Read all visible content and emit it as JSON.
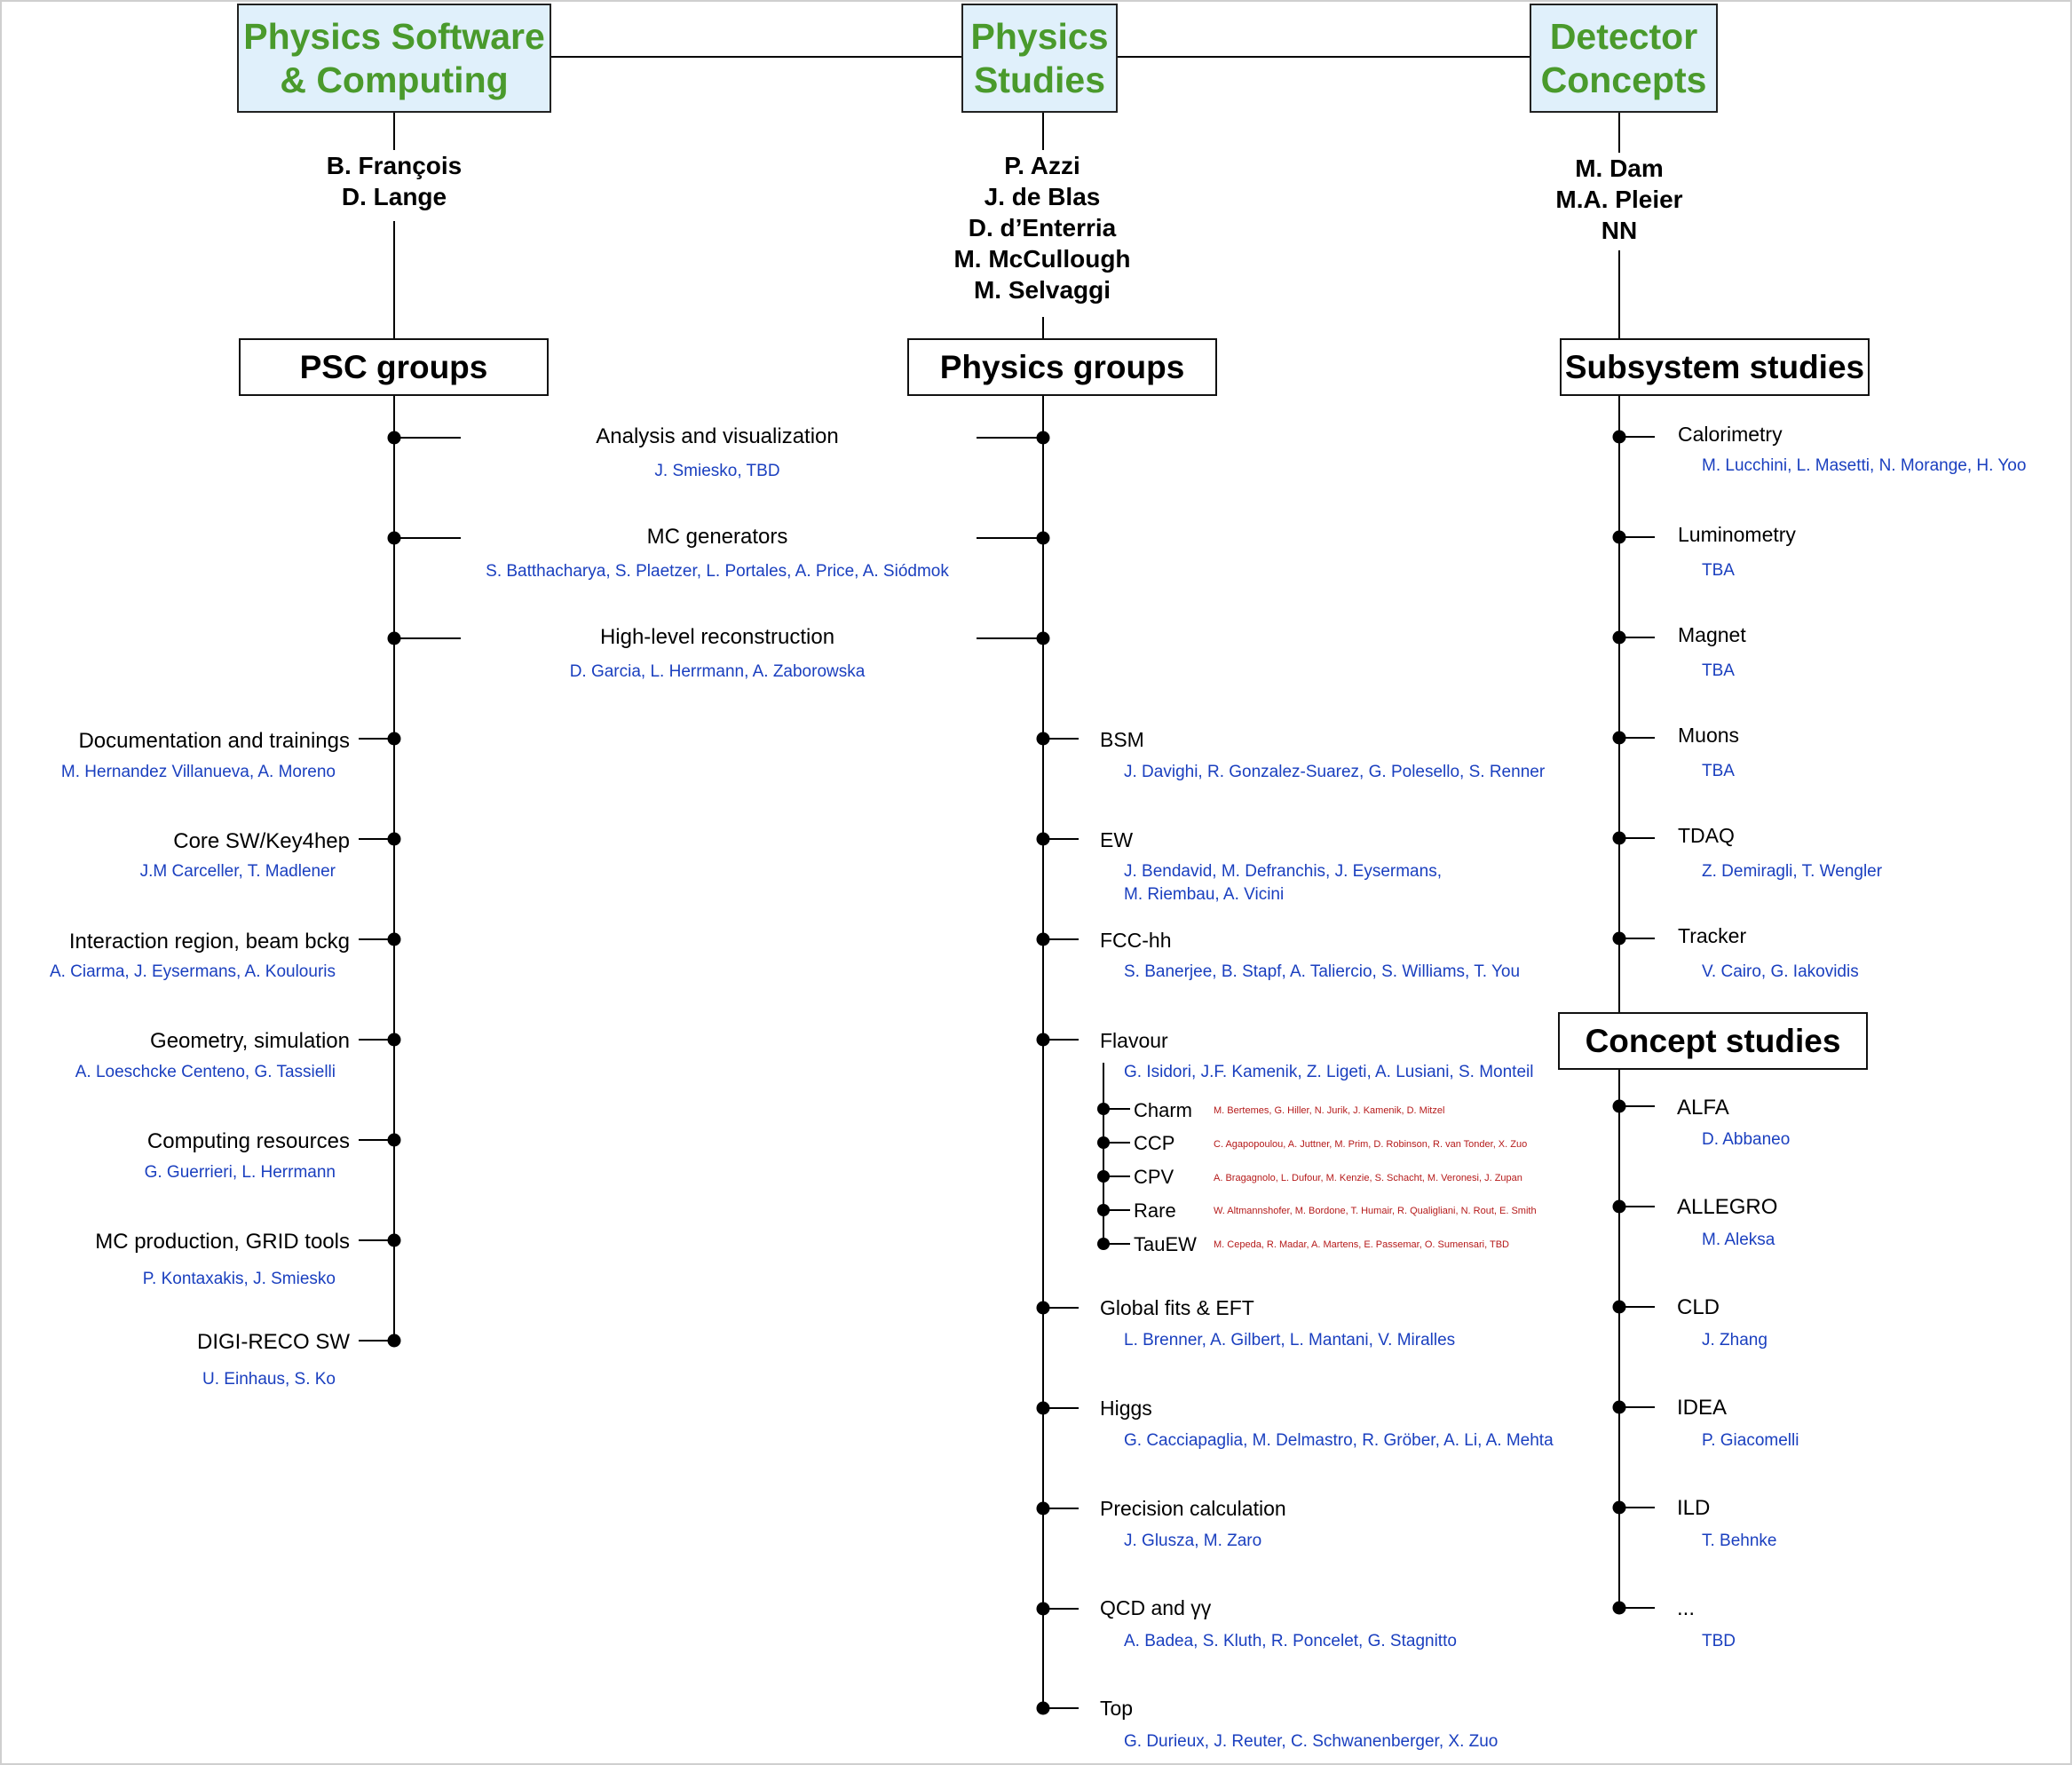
{
  "top_boxes": {
    "psc": {
      "line1": "Physics Software",
      "line2": "& Computing"
    },
    "physics": {
      "line1": "Physics",
      "line2": "Studies"
    },
    "detector": {
      "line1": "Detector",
      "line2": "Concepts"
    }
  },
  "leaders": {
    "psc": [
      "B. François",
      "D. Lange"
    ],
    "physics": [
      "P. Azzi",
      "J. de Blas",
      "D. d’Enterria",
      "M. McCullough",
      "M. Selvaggi"
    ],
    "detector": [
      "M. Dam",
      "M.A. Pleier",
      "NN"
    ]
  },
  "group_boxes": {
    "psc": "PSC groups",
    "physics": "Physics groups",
    "subsystem": "Subsystem studies",
    "concept": "Concept studies"
  },
  "shared_groups": [
    {
      "title": "Analysis and visualization",
      "names": "J. Smiesko, TBD"
    },
    {
      "title": "MC generators",
      "names": "S. Batthacharya, S. Plaetzer, L. Portales, A. Price, A. Siódmok"
    },
    {
      "title": "High-level reconstruction",
      "names": "D. Garcia, L. Herrmann, A. Zaborowska"
    }
  ],
  "psc_groups": [
    {
      "title": "Documentation and trainings",
      "names": "M. Hernandez Villanueva, A. Moreno"
    },
    {
      "title": "Core SW/Key4hep",
      "names": "J.M Carceller,  T. Madlener"
    },
    {
      "title": "Interaction region, beam bckg",
      "names": "A. Ciarma, J. Eysermans, A. Koulouris"
    },
    {
      "title": "Geometry, simulation",
      "names": "A. Loeschcke Centeno, G. Tassielli"
    },
    {
      "title": "Computing resources",
      "names": "G. Guerrieri,  L. Herrmann"
    },
    {
      "title": "MC production, GRID tools",
      "names": "P. Kontaxakis, J. Smiesko"
    },
    {
      "title": "DIGI-RECO SW",
      "names": "U. Einhaus, S. Ko"
    }
  ],
  "physics_groups": [
    {
      "title": "BSM",
      "names": [
        "J. Davighi, R. Gonzalez-Suarez, G. Polesello, S. Renner"
      ]
    },
    {
      "title": "EW",
      "names": [
        "J. Bendavid, M. Defranchis, J. Eysermans,",
        "M. Riembau, A. Vicini"
      ]
    },
    {
      "title": "FCC-hh",
      "names": [
        "S. Banerjee,  B. Stapf, A. Taliercio, S. Williams, T. You"
      ]
    },
    {
      "title": "Flavour",
      "names": [
        "G. Isidori, J.F. Kamenik, Z. Ligeti, A. Lusiani,  S. Monteil"
      ]
    },
    {
      "title": "Global fits & EFT",
      "names": [
        "L. Brenner, A. Gilbert, L. Mantani, V. Miralles"
      ]
    },
    {
      "title": "Higgs",
      "names": [
        "G. Cacciapaglia, M. Delmastro, R. Gröber, A. Li, A. Mehta"
      ]
    },
    {
      "title": "Precision calculation",
      "names": [
        "J. Glusza, M. Zaro"
      ]
    },
    {
      "title": "QCD and γγ",
      "names": [
        "A. Badea, S. Kluth, R. Poncelet, G. Stagnitto"
      ]
    },
    {
      "title": "Top",
      "names": [
        "G. Durieux, J. Reuter, C. Schwanenberger, X. Zuo"
      ]
    }
  ],
  "flavour_subgroups": [
    {
      "title": "Charm",
      "names": "M. Bertemes, G. Hiller, N. Jurik, J. Kamenik, D. Mitzel"
    },
    {
      "title": "CCP",
      "names": "C. Agapopoulou, A. Juttner, M. Prim, D. Robinson, R. van Tonder, X. Zuo"
    },
    {
      "title": "CPV",
      "names": "A. Bragagnolo, L. Dufour, M. Kenzie, S. Schacht, M. Veronesi, J. Zupan"
    },
    {
      "title": "Rare",
      "names": "W. Altmannshofer, M. Bordone, T. Humair, R. Qualigliani, N. Rout, E. Smith"
    },
    {
      "title": "TauEW",
      "names": "M. Cepeda,  R. Madar, A. Martens, E. Passemar, O. Sumensari, TBD"
    }
  ],
  "subsystem_studies": [
    {
      "title": "Calorimetry",
      "names": "M. Lucchini, L. Masetti, N. Morange, H. Yoo"
    },
    {
      "title": "Luminometry",
      "names": "TBA"
    },
    {
      "title": "Magnet",
      "names": "TBA"
    },
    {
      "title": "Muons",
      "names": "TBA"
    },
    {
      "title": "TDAQ",
      "names": "Z. Demiragli, T. Wengler"
    },
    {
      "title": "Tracker",
      "names": "V. Cairo, G. Iakovidis"
    }
  ],
  "concept_studies": [
    {
      "title": "ALFA",
      "names": "D. Abbaneo"
    },
    {
      "title": "ALLEGRO",
      "names": "M. Aleksa"
    },
    {
      "title": "CLD",
      "names": "J. Zhang"
    },
    {
      "title": "IDEA",
      "names": "P. Giacomelli"
    },
    {
      "title": "ILD",
      "names": "T. Behnke"
    },
    {
      "title": "...",
      "names": "TBD"
    }
  ]
}
